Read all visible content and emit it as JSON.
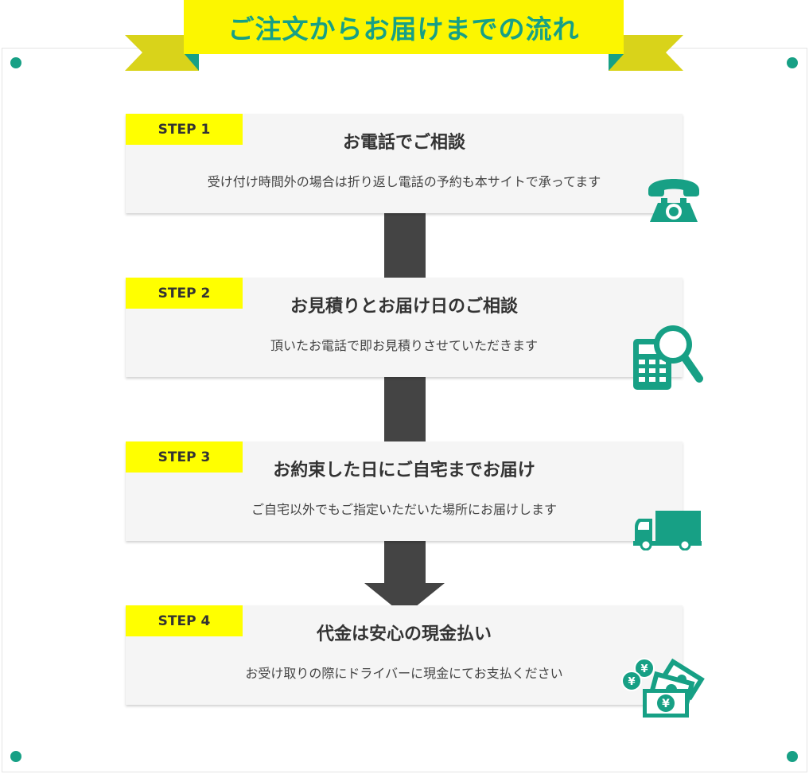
{
  "header": {
    "title": "ご注文からお届けまでの流れ"
  },
  "colors": {
    "accent": "#17a085",
    "highlight": "#ffff00",
    "ribbon_wing": "#d9d31a",
    "connector": "#444444"
  },
  "steps": [
    {
      "label": "STEP 1",
      "title": "お電話でご相談",
      "description": "受け付け時間外の場合は折り返し電話の予約も本サイトで承ってます",
      "icon": "telephone-icon"
    },
    {
      "label": "STEP 2",
      "title": "お見積りとお届け日のご相談",
      "description": "頂いたお電話で即お見積りさせていただきます",
      "icon": "calculator-magnifier-icon"
    },
    {
      "label": "STEP 3",
      "title": "お約束した日にご自宅までお届け",
      "description": "ご自宅以外でもご指定いただいた場所にお届けします",
      "icon": "delivery-truck-icon"
    },
    {
      "label": "STEP 4",
      "title": "代金は安心の現金払い",
      "description": "お受け取りの際にドライバーに現金にてお支払ください",
      "icon": "yen-money-icon"
    }
  ],
  "money_icon": {
    "symbol": "¥"
  }
}
